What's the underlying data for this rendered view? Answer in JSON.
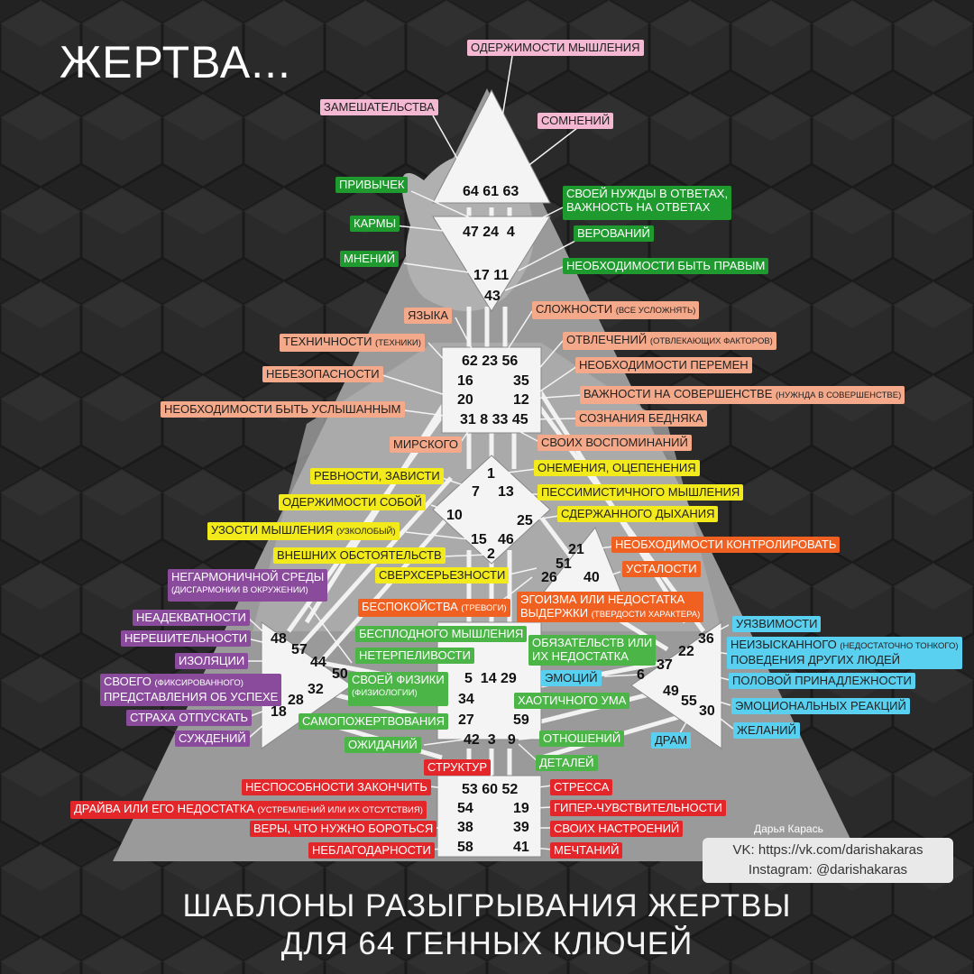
{
  "title": "ЖЕРТВА...",
  "footer": {
    "line1": "ШАБЛОНЫ РАЗЫГРЫВАНИЯ ЖЕРТВЫ",
    "line2": "ДЛЯ 64 ГЕННЫХ КЛЮЧЕЙ"
  },
  "author": "Дарья Карась",
  "social": {
    "vk": "VK: https://vk.com/darishakaras",
    "instagram": "Instagram: @darishakaras"
  },
  "colors": {
    "pink": "#f5b8d2",
    "green": "#1f9a2e",
    "salmon": "#f4a98a",
    "yellow": "#f3ea1c",
    "orange": "#f06020",
    "purple": "#8a4b9c",
    "lightgreen": "#4cb548",
    "cyan": "#5ad0f0",
    "red": "#e3262a"
  },
  "labels": {
    "l1": {
      "text": "ОДЕРЖИМОСТИ МЫШЛЕНИЯ"
    },
    "l2": {
      "text": "ЗАМЕШАТЕЛЬСТВА"
    },
    "l3": {
      "text": "СОМНЕНИЙ"
    },
    "l4": {
      "text": "ПРИВЫЧЕК"
    },
    "l5": {
      "line1": "СВОЕЙ НУЖДЫ В ОТВЕТАХ,",
      "line2": "ВАЖНОСТЬ НА ОТВЕТАХ"
    },
    "l6": {
      "text": "КАРМЫ"
    },
    "l7": {
      "text": "ВЕРОВАНИЙ"
    },
    "l8": {
      "text": "МНЕНИЙ"
    },
    "l9": {
      "text": "НЕОБХОДИМОСТИ БЫТЬ ПРАВЫМ"
    },
    "l10": {
      "text": "ЯЗЫКА"
    },
    "l11": {
      "text": "СЛОЖНОСТИ",
      "small": "(ВСЕ УСЛОЖНЯТЬ)"
    },
    "l12": {
      "text": "ТЕХНИЧНОСТИ",
      "small": "(ТЕХНИКИ)"
    },
    "l13": {
      "text": "ОТВЛЕЧЕНИЙ",
      "small": "(ОТВЛЕКАЮЩИХ ФАКТОРОВ)"
    },
    "l14": {
      "text": "НЕОБХОДИМОСТИ ПЕРЕМЕН"
    },
    "l15": {
      "text": "НЕБЕЗОПАСНОСТИ"
    },
    "l16": {
      "text": "ВАЖНОСТИ НА СОВЕРШЕНСТВЕ",
      "small": "(НУЖНДА В СОВЕРШЕНСТВЕ)"
    },
    "l17": {
      "text": "НЕОБХОДИМОСТИ БЫТЬ УСЛЫШАННЫМ"
    },
    "l18": {
      "text": "СОЗНАНИЯ БЕДНЯКА"
    },
    "l19": {
      "text": "МИРСКОГО"
    },
    "l20": {
      "text": "СВОИХ ВОСПОМИНАНИЙ"
    },
    "l21": {
      "text": "РЕВНОСТИ, ЗАВИСТИ"
    },
    "l22": {
      "text": "ОНЕМЕНИЯ, ОЦЕПЕНЕНИЯ"
    },
    "l23": {
      "text": "ОДЕРЖИМОСТИ СОБОЙ"
    },
    "l24": {
      "text": "ПЕССИМИСТИЧНОГО МЫШЛЕНИЯ"
    },
    "l25": {
      "text": "СДЕРЖАННОГО ДЫХАНИЯ"
    },
    "l26": {
      "text": "УЗОСТИ МЫШЛЕНИЯ",
      "small": "(УЗКОЛОБЫЙ)"
    },
    "l27": {
      "text": "ВНЕШНИХ ОБСТОЯТЕЛЬСТВ"
    },
    "l28": {
      "text": "НЕОБХОДИМОСТИ КОНТРОЛИРОВАТЬ"
    },
    "l29": {
      "text": "СВЕРХСЕРЬЕЗНОСТИ"
    },
    "l30": {
      "text": "УСТАЛОСТИ"
    },
    "l31": {
      "line1": "НЕГАРМОНИЧНОЙ СРЕДЫ",
      "line2": "(ДИСГАРМОНИИ В ОКРУЖЕНИИ)"
    },
    "l32": {
      "text": "БЕСПОКОЙСТВА",
      "small": "(ТРЕВОГИ)"
    },
    "l33": {
      "line1": "ЭГОИЗМА ИЛИ НЕДОСТАТКА",
      "line2": "ВЫДЕРЖКИ",
      "small2": "(ТВЕРДОСТИ ХАРАКТЕРА)"
    },
    "l34": {
      "text": "НЕАДЕКВАТНОСТИ"
    },
    "l35": {
      "text": "БЕСПЛОДНОГО МЫШЛЕНИЯ"
    },
    "l36": {
      "text": "УЯЗВИМОСТИ"
    },
    "l37": {
      "text": "НЕРЕШИТЕЛЬНОСТИ"
    },
    "l38": {
      "text": "НЕТЕРПЕЛИВОСТИ"
    },
    "l39": {
      "line1": "ОБЯЗАТЕЛЬСТВ ИЛИ",
      "line2": "ИХ НЕДОСТАТКА"
    },
    "l40": {
      "line1": "НЕИЗЫСКАННОГО",
      "small1": "(НЕДОСТАТОЧНО ТОНКОГО)",
      "line2": "ПОВЕДЕНИЯ ДРУГИХ ЛЮДЕЙ"
    },
    "l41": {
      "text": "ИЗОЛЯЦИИ"
    },
    "l42": {
      "text": "ЭМОЦИЙ"
    },
    "l43": {
      "line1": "СВОЕГО",
      "small1": "(ФИКСИРОВАННОГО)",
      "line2": "ПРЕДСТАВЛЕНИЯ ОБ УСПЕХЕ"
    },
    "l44": {
      "line1": "СВОЕЙ ФИЗИКИ",
      "line2": "(ФИЗИОЛОГИИ)"
    },
    "l45": {
      "text": "ПОЛОВОЙ ПРИНАДЛЕЖНОСТИ"
    },
    "l46": {
      "text": "ХАОТИЧНОГО УМА"
    },
    "l47": {
      "text": "ЭМОЦИОНАЛЬНЫХ РЕАКЦИЙ"
    },
    "l48": {
      "text": "СТРАХА ОТПУСКАТЬ"
    },
    "l49": {
      "text": "САМОПОЖЕРТВОВАНИЯ"
    },
    "l50": {
      "text": "ЖЕЛАНИЙ"
    },
    "l51": {
      "text": "СУЖДЕНИЙ"
    },
    "l52": {
      "text": "ОТНОШЕНИЙ"
    },
    "l53": {
      "text": "ОЖИДАНИЙ"
    },
    "l54": {
      "text": "ДРАМ"
    },
    "l55": {
      "text": "ДЕТАЛЕЙ"
    },
    "l56": {
      "text": "СТРУКТУР"
    },
    "l57": {
      "text": "НЕСПОСОБНОСТИ ЗАКОНЧИТЬ"
    },
    "l58": {
      "text": "СТРЕССА"
    },
    "l59": {
      "text": "ДРАЙВА ИЛИ ЕГО НЕДОСТАТКА",
      "small": "(УСТРЕМЛЕНИЙ ИЛИ ИХ ОТСУТСТВИЯ)"
    },
    "l60": {
      "text": "ГИПЕР-ЧУВСТВИТЕЛЬНОСТИ"
    },
    "l61": {
      "text": "ВЕРЫ, ЧТО НУЖНО БОРОТЬСЯ"
    },
    "l62": {
      "text": "СВОИХ НАСТРОЕНИЙ"
    },
    "l63": {
      "text": "НЕБЛАГОДАРНОСТИ"
    },
    "l64": {
      "text": "МЕЧТАНИЙ"
    }
  },
  "gates": {
    "head": "64 61 63",
    "ajna_top": "47 24  4",
    "ajna_mid": "17 11",
    "ajna_bot": "43",
    "throat_top": "62 23 56",
    "g16": "16",
    "g35": "35",
    "g20": "20",
    "g12": "12",
    "throat_bot": "31 8 33 45",
    "g1": "1",
    "g7": "7",
    "g13": "13",
    "g10": "10",
    "g25": "25",
    "g15": "15",
    "g46": "46",
    "g2": "2",
    "g21": "21",
    "g51": "51",
    "g26": "26",
    "g40": "40",
    "g48": "48",
    "g57": "57",
    "g44": "44",
    "g50": "50",
    "g32": "32",
    "g28": "28",
    "g18": "18",
    "g36": "36",
    "g22": "22",
    "g37": "37",
    "g6": "6",
    "g49": "49",
    "g55": "55",
    "g30": "30",
    "sacral_top": "5  14 29",
    "g34": "34",
    "g27": "27",
    "g59": "59",
    "sacral_bot": "42  3   9",
    "root_top": "53 60 52",
    "g54": "54",
    "g19": "19",
    "g38": "38",
    "g39": "39",
    "g58": "58",
    "g41": "41"
  }
}
